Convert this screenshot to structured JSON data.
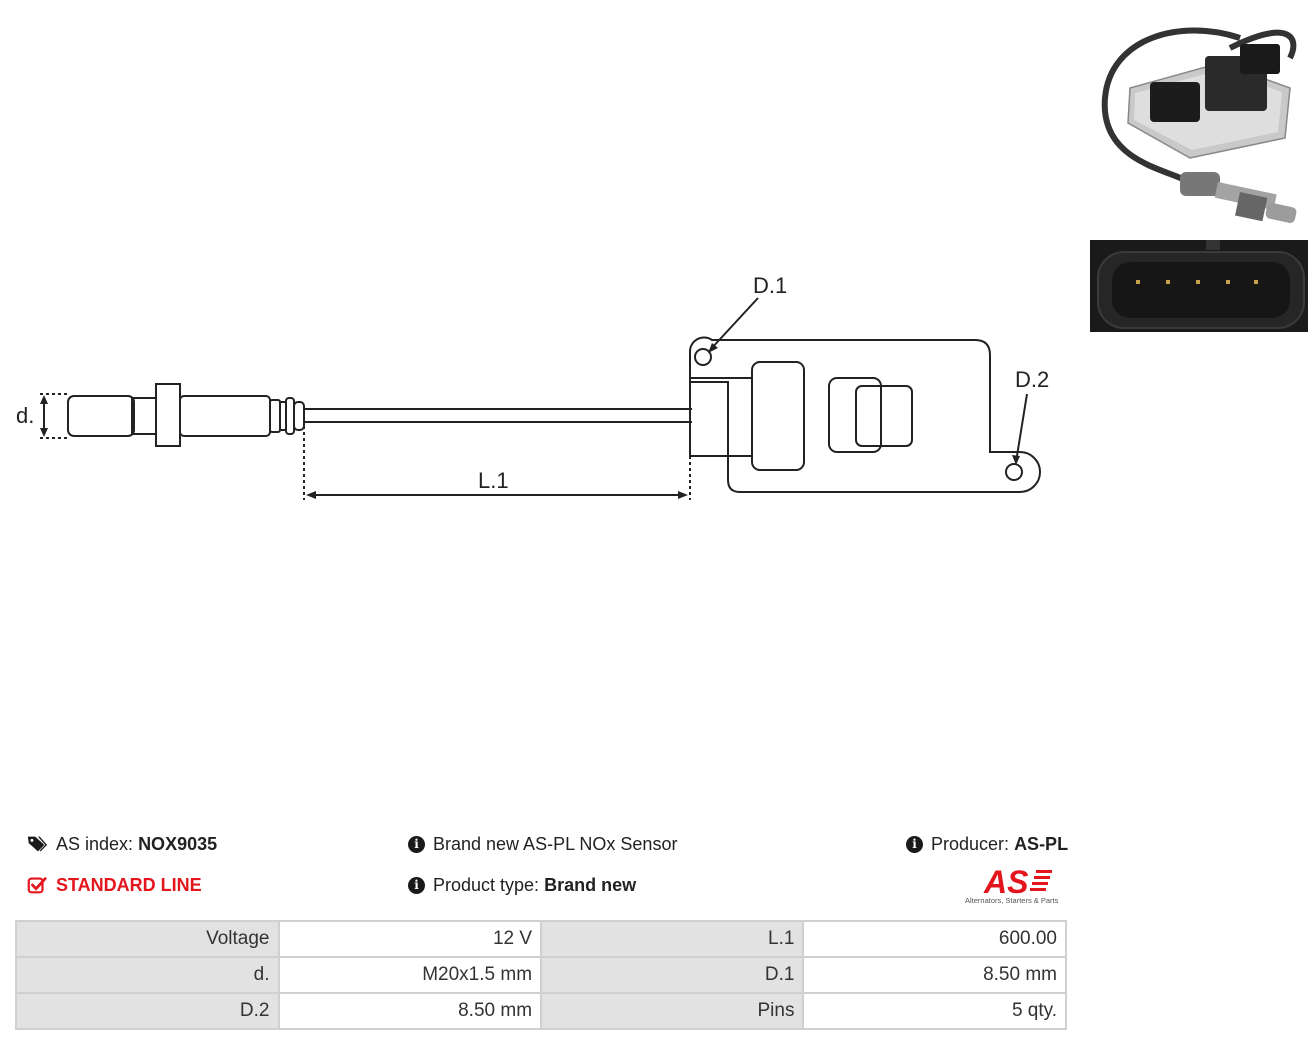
{
  "drawing": {
    "labels": {
      "d": "d.",
      "l1": "L.1",
      "d1": "D.1",
      "d2": "D.2"
    }
  },
  "info": {
    "as_index_label": "AS index:",
    "as_index_value": "NOX9035",
    "line": "STANDARD LINE",
    "description": "Brand new AS-PL NOx Sensor",
    "product_type_label": "Product type:",
    "product_type_value": "Brand new",
    "producer_label": "Producer:",
    "producer_value": "AS-PL"
  },
  "logo": {
    "text": "AS",
    "tagline": "Alternators, Starters & Parts"
  },
  "specs": [
    {
      "label": "Voltage",
      "value": "12 V",
      "label2": "L.1",
      "value2": "600.00"
    },
    {
      "label": "d.",
      "value": "M20x1.5 mm",
      "label2": "D.1",
      "value2": "8.50 mm"
    },
    {
      "label": "D.2",
      "value": "8.50 mm",
      "label2": "Pins",
      "value2": "5 qty."
    }
  ],
  "colors": {
    "accent": "#e3161d",
    "table_label_bg": "#e2e2e2",
    "border": "#d0d0d0"
  },
  "icons": {
    "tags": "tags-icon",
    "check": "checkbox-icon",
    "info": "info-icon"
  }
}
